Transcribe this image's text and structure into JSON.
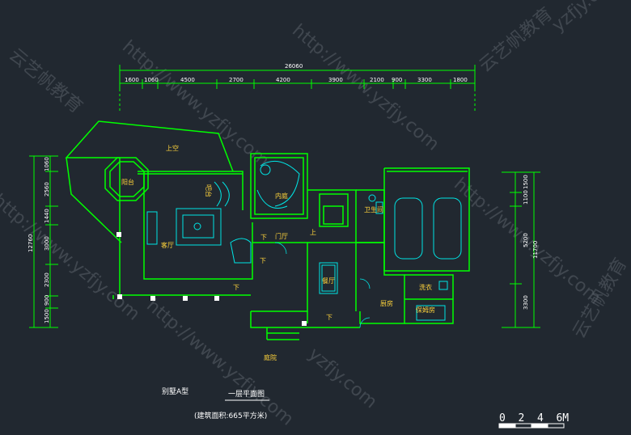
{
  "colors": {
    "background": "#212830",
    "wall": "#00ff00",
    "furniture": "#00e5e5",
    "dimension": "#ffffff",
    "room_label": "#ffd43b",
    "watermark": "#5a616a"
  },
  "dimensions": {
    "overall_top": "26060",
    "top_segments": [
      "1600",
      "1060",
      "4500",
      "2700",
      "4200",
      "3900",
      "2100",
      "900",
      "3300",
      "1800"
    ],
    "left_overall": "12760",
    "left_segments": [
      "1060",
      "2560",
      "1440",
      "3000",
      "2300",
      "900",
      "1500"
    ],
    "right_overall": "11700",
    "right_segments": [
      "1500",
      "1100",
      "5200",
      "3300"
    ]
  },
  "rooms": {
    "upper_void": "上空",
    "terrace": "阳台",
    "bar_counter": "吧台",
    "living_room": "客厅",
    "inner_court": "内庭",
    "foyer": "门厅",
    "up_mark": "上",
    "down_mark": "下",
    "bathroom": "卫生间",
    "dining_room": "餐厅",
    "kitchen": "厨房",
    "laundry": "洗衣",
    "servant_room": "保姆房",
    "courtyard": "庭院"
  },
  "titles": {
    "villa": "别墅A型",
    "plan": "一层平面图",
    "area": "(建筑面积:665平方米)"
  },
  "scale_bar": "0  2  4  6M",
  "watermarks": [
    "http://www.yzfjy.com",
    "云艺帆教育",
    "yzfjy.com"
  ]
}
